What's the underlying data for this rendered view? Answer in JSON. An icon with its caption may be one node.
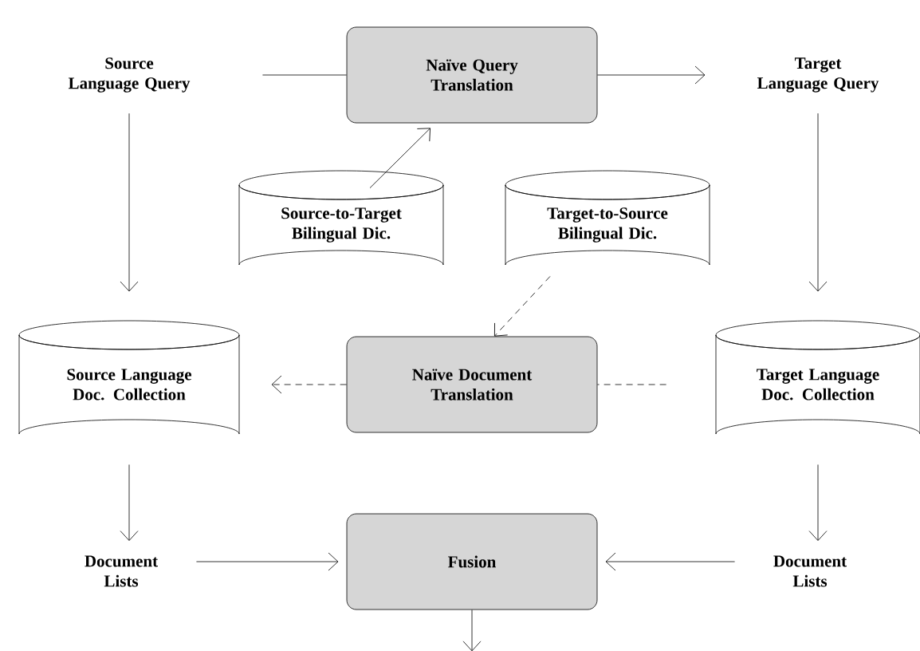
{
  "diagram": {
    "nodes": [
      {
        "text": [
          "Source Language Query"
        ]
      },
      {
        "text": [
          "Naïve Query Translation"
        ]
      },
      {
        "text": [
          "Target Language Query"
        ]
      },
      {
        "text": [
          "Source-to-Target Bilingual Dic."
        ]
      },
      {
        "text": [
          "Target-to-Source Bilingual Dic."
        ]
      },
      {
        "text": [
          "Source Language Doc. Collection"
        ]
      },
      {
        "text": [
          "Naïve Document Translation"
        ]
      },
      {
        "text": [
          "Target Language Doc. Collection"
        ]
      },
      {
        "text": [
          "Document Lists"
        ]
      },
      {
        "text": [
          "Fusion"
        ]
      },
      {
        "text": [
          "Document Lists"
        ]
      }
    ],
    "edges": [
      {
        "from": 0,
        "to": 1,
        "arrow": "none"
      },
      {
        "from": 1,
        "to": 2,
        "arrow": "to"
      },
      {
        "from": 3,
        "to": 1,
        "arrow": "to"
      },
      {
        "from": 0,
        "to": 5,
        "arrow": "to"
      },
      {
        "from": 2,
        "to": 7,
        "arrow": "to"
      },
      {
        "from": 4,
        "to": 6,
        "arrow": "to",
        "style": "dashed"
      },
      {
        "from": 7,
        "to": 6,
        "arrow": "none",
        "style": "dashed"
      },
      {
        "from": 6,
        "to": 5,
        "arrow": "to",
        "style": "dashed"
      },
      {
        "from": 5,
        "to": 8,
        "arrow": "to"
      },
      {
        "from": 7,
        "to": 10,
        "arrow": "to"
      },
      {
        "from": 8,
        "to": 9,
        "arrow": "to"
      },
      {
        "from": 10,
        "to": 9,
        "arrow": "to"
      },
      {
        "from": 9,
        "to": null,
        "arrow": "to"
      }
    ]
  }
}
